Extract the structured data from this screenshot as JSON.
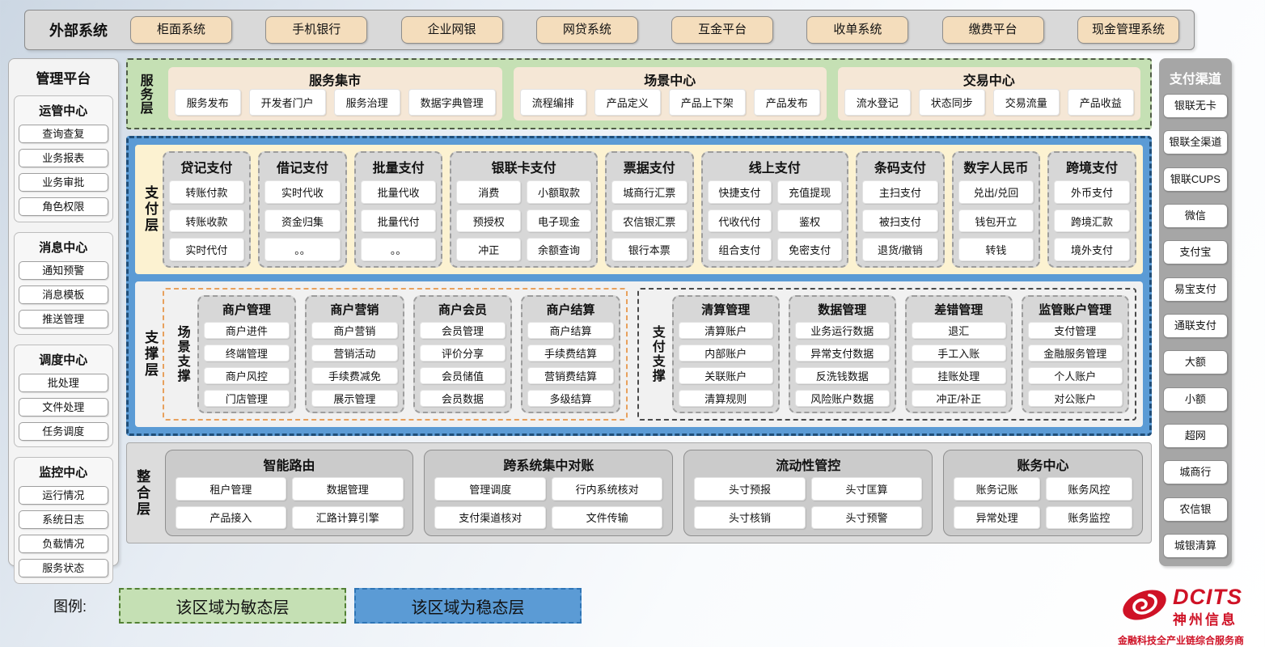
{
  "colors": {
    "agile_green": "#c5e0b4",
    "stable_blue": "#5b9bd5",
    "external_tan": "#f4ddbc",
    "payment_cream": "#fcf2d1",
    "panel_gray": "#d9d9d9",
    "channel_gray": "#a6a6a6",
    "scene_accent_orange": "#e8a15d",
    "brand_red": "#cf1226"
  },
  "top_bar": {
    "label": "外部系统",
    "systems": [
      "柜面系统",
      "手机银行",
      "企业网银",
      "网贷系统",
      "互金平台",
      "收单系统",
      "缴费平台",
      "现金管理系统"
    ]
  },
  "left_panel": {
    "title": "管理平台",
    "groups": [
      {
        "title": "运管中心",
        "items": [
          "查询查复",
          "业务报表",
          "业务审批",
          "角色权限"
        ]
      },
      {
        "title": "消息中心",
        "items": [
          "通知预警",
          "消息模板",
          "推送管理"
        ]
      },
      {
        "title": "调度中心",
        "items": [
          "批处理",
          "文件处理",
          "任务调度"
        ]
      },
      {
        "title": "监控中心",
        "items": [
          "运行情况",
          "系统日志",
          "负载情况",
          "服务状态"
        ]
      }
    ]
  },
  "service_layer": {
    "label": "服务层",
    "groups": [
      {
        "title": "服务集市",
        "items": [
          "服务发布",
          "开发者门户",
          "服务治理",
          "数据字典管理"
        ]
      },
      {
        "title": "场景中心",
        "items": [
          "流程编排",
          "产品定义",
          "产品上下架",
          "产品发布"
        ]
      },
      {
        "title": "交易中心",
        "items": [
          "流水登记",
          "状态同步",
          "交易流量",
          "产品收益"
        ]
      }
    ]
  },
  "payment_layer": {
    "label": "支付层",
    "columns": [
      {
        "title": "贷记支付",
        "rows": [
          [
            "转账付款"
          ],
          [
            "转账收款"
          ],
          [
            "实时代付"
          ]
        ]
      },
      {
        "title": "借记支付",
        "rows": [
          [
            "实时代收"
          ],
          [
            "资金归集"
          ],
          [
            "。。"
          ]
        ]
      },
      {
        "title": "批量支付",
        "rows": [
          [
            "批量代收"
          ],
          [
            "批量代付"
          ],
          [
            "。。"
          ]
        ]
      },
      {
        "title": "银联卡支付",
        "rows": [
          [
            "消费",
            "小额取款"
          ],
          [
            "预授权",
            "电子现金"
          ],
          [
            "冲正",
            "余额查询"
          ]
        ]
      },
      {
        "title": "票据支付",
        "rows": [
          [
            "城商行汇票"
          ],
          [
            "农信银汇票"
          ],
          [
            "银行本票"
          ]
        ]
      },
      {
        "title": "线上支付",
        "rows": [
          [
            "快捷支付",
            "充值提现"
          ],
          [
            "代收代付",
            "鉴权"
          ],
          [
            "组合支付",
            "免密支付"
          ]
        ]
      },
      {
        "title": "条码支付",
        "rows": [
          [
            "主扫支付"
          ],
          [
            "被扫支付"
          ],
          [
            "退货/撤销"
          ]
        ]
      },
      {
        "title": "数字人民币",
        "rows": [
          [
            "兑出/兑回"
          ],
          [
            "钱包开立"
          ],
          [
            "转钱"
          ]
        ]
      },
      {
        "title": "跨境支付",
        "rows": [
          [
            "外币支付"
          ],
          [
            "跨境汇款"
          ],
          [
            "境外支付"
          ]
        ]
      }
    ]
  },
  "support_layer": {
    "label": "支撑层",
    "areas": [
      {
        "label": "场景支撑",
        "accent": "agile",
        "columns": [
          {
            "title": "商户管理",
            "items": [
              "商户进件",
              "终端管理",
              "商户风控",
              "门店管理"
            ]
          },
          {
            "title": "商户营销",
            "items": [
              "商户营销",
              "营销活动",
              "手续费减免",
              "展示管理"
            ]
          },
          {
            "title": "商户会员",
            "items": [
              "会员管理",
              "评价分享",
              "会员储值",
              "会员数据"
            ]
          },
          {
            "title": "商户结算",
            "items": [
              "商户结算",
              "手续费结算",
              "营销费结算",
              "多级结算"
            ]
          }
        ]
      },
      {
        "label": "支付支撑",
        "accent": "stable",
        "columns": [
          {
            "title": "清算管理",
            "items": [
              "清算账户",
              "内部账户",
              "关联账户",
              "清算规则"
            ]
          },
          {
            "title": "数据管理",
            "items": [
              "业务运行数据",
              "异常支付数据",
              "反洗钱数据",
              "风险账户数据"
            ]
          },
          {
            "title": "差错管理",
            "items": [
              "退汇",
              "手工入账",
              "挂账处理",
              "冲正/补正"
            ]
          },
          {
            "title": "监管账户管理",
            "items": [
              "支付管理",
              "金融服务管理",
              "个人账户",
              "对公账户"
            ]
          }
        ]
      }
    ]
  },
  "integration_layer": {
    "label": "整合层",
    "groups": [
      {
        "title": "智能路由",
        "rows": [
          [
            "租户管理",
            "数据管理"
          ],
          [
            "产品接入",
            "汇路计算引擎"
          ]
        ]
      },
      {
        "title": "跨系统集中对账",
        "rows": [
          [
            "管理调度",
            "行内系统核对"
          ],
          [
            "支付渠道核对",
            "文件传输"
          ]
        ]
      },
      {
        "title": "流动性管控",
        "rows": [
          [
            "头寸预报",
            "头寸匡算"
          ],
          [
            "头寸核销",
            "头寸预警"
          ]
        ]
      },
      {
        "title": "账务中心",
        "rows": [
          [
            "账务记账",
            "账务风控"
          ],
          [
            "异常处理",
            "账务监控"
          ]
        ]
      }
    ]
  },
  "right_panel": {
    "title": "支付渠道",
    "channels": [
      "银联无卡",
      "银联全渠道",
      "银联CUPS",
      "微信",
      "支付宝",
      "易宝支付",
      "通联支付",
      "大额",
      "小额",
      "超网",
      "城商行",
      "农信银",
      "城银清算"
    ]
  },
  "legend": {
    "label": "图例:",
    "items": [
      {
        "text": "该区域为敏态层",
        "style": "agile"
      },
      {
        "text": "该区域为稳态层",
        "style": "stable"
      }
    ]
  },
  "logo": {
    "brand": "DCITS",
    "company": "神州信息",
    "tagline": "金融科技全产业链综合服务商"
  }
}
